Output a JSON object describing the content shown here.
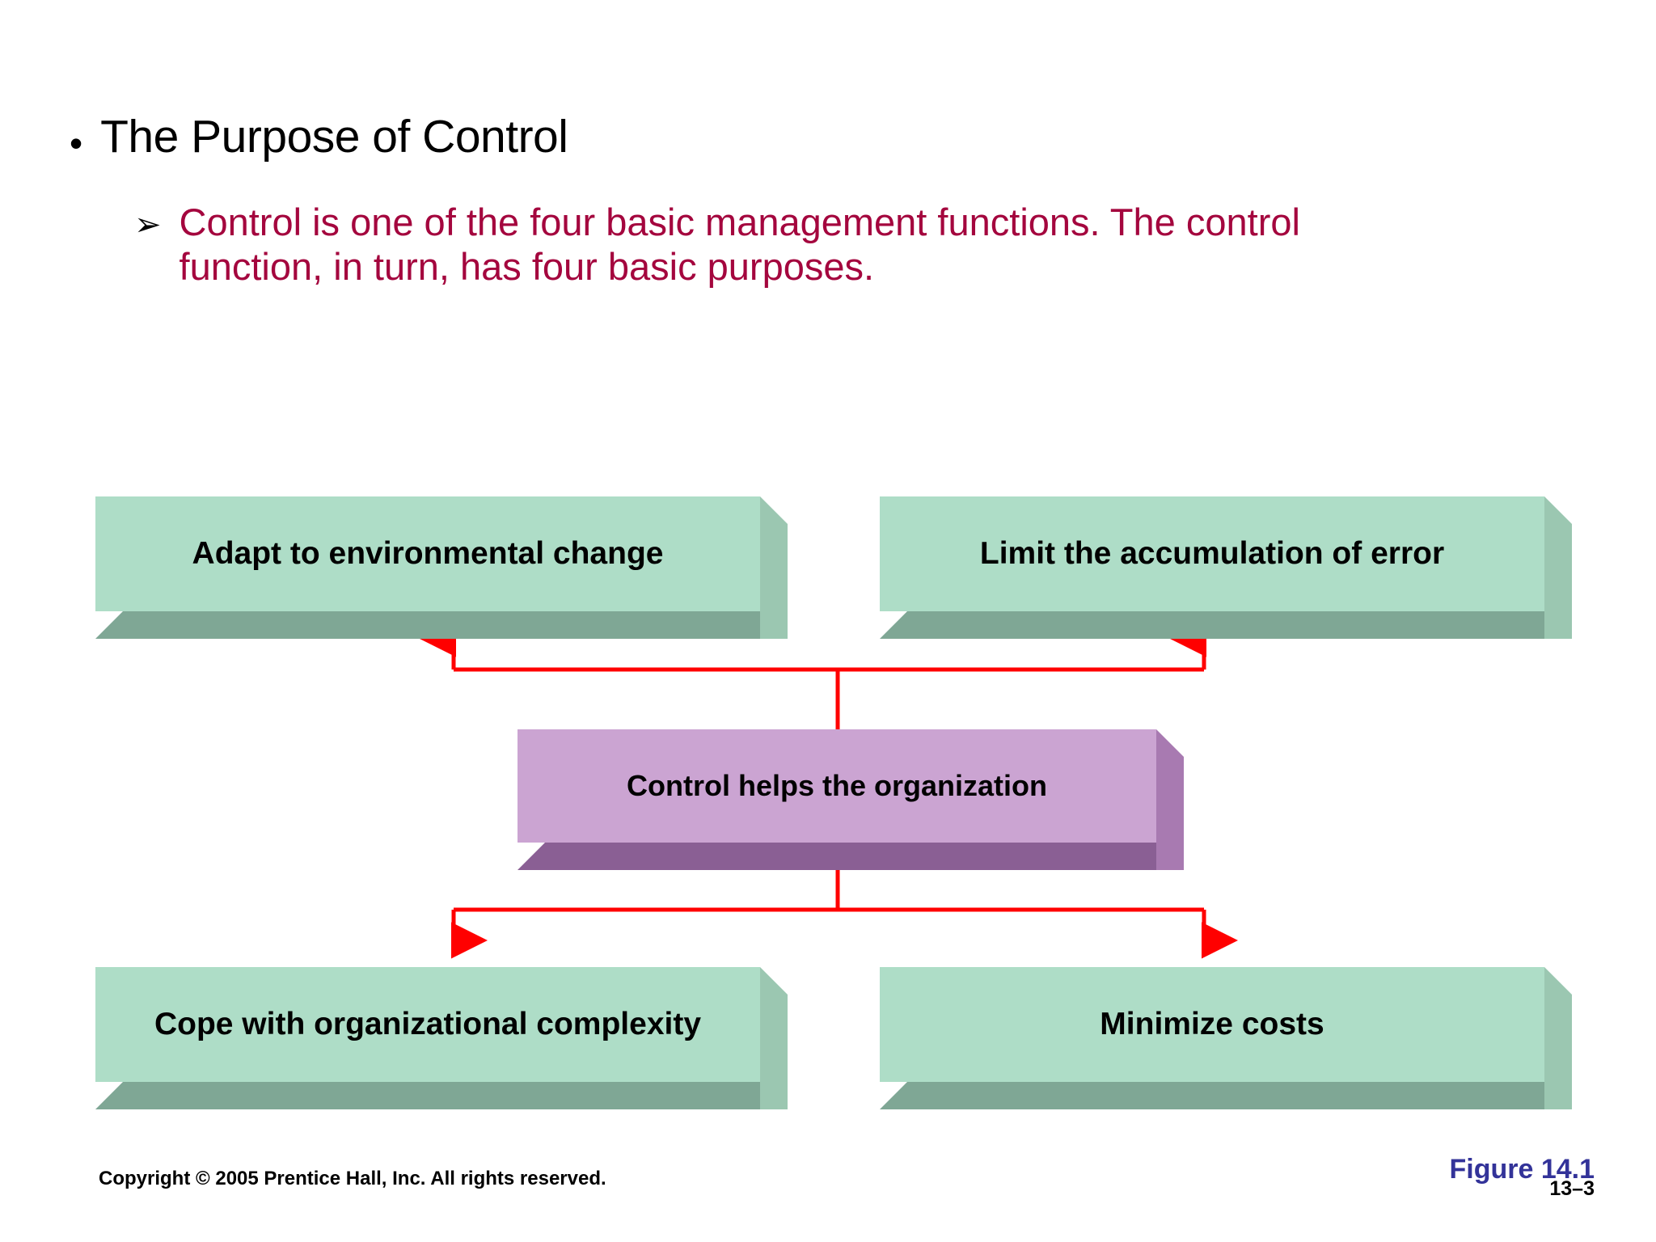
{
  "slide": {
    "title_bullet_glyph": "•",
    "title": "The Purpose of Control",
    "sub_bullet_glyph": "➢",
    "subtitle": "Control is one of the four basic management functions. The control function, in turn, has four basic purposes.",
    "accent_maroon": "#A4063E",
    "accent_blue": "#333399",
    "green_fill": "#AEDDC7",
    "purple_fill": "#CBA4D2",
    "arrow_color": "#FF0000"
  },
  "diagram": {
    "type": "radial-flow",
    "center": {
      "label": "Control helps the organization",
      "fill": "#CBA4D2"
    },
    "outcomes": [
      {
        "id": "top-left",
        "label": "Adapt to environmental change",
        "fill": "#AEDDC7"
      },
      {
        "id": "top-right",
        "label": "Limit the accumulation of error",
        "fill": "#AEDDC7"
      },
      {
        "id": "bottom-left",
        "label": "Cope with organizational complexity",
        "fill": "#AEDDC7"
      },
      {
        "id": "bottom-right",
        "label": "Minimize costs",
        "fill": "#AEDDC7"
      }
    ]
  },
  "footer": {
    "copyright": "Copyright © 2005 Prentice Hall, Inc. All rights reserved.",
    "figure": "Figure 14.1",
    "slide_number": "13–3"
  }
}
